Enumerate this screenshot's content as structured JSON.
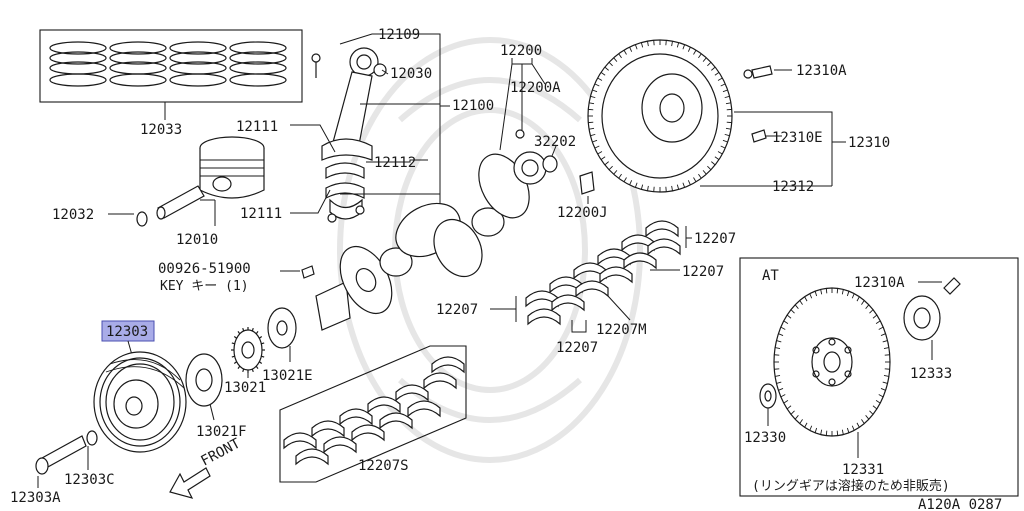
{
  "labels": {
    "l12109": "12109",
    "l12030": "12030",
    "l12100": "12100",
    "l12033": "12033",
    "l12111a": "12111",
    "l12111b": "12111",
    "l12112": "12112",
    "l12032": "12032",
    "l12010": "12010",
    "l12200": "12200",
    "l12200A": "12200A",
    "l32202": "32202",
    "l12200J": "12200J",
    "l12310A": "12310A",
    "l12310E": "12310E",
    "l12310": "12310",
    "l12312": "12312",
    "l00926": "00926-51900",
    "lkey": "KEY キー (1)",
    "l12303": "12303",
    "l13021": "13021",
    "l13021E": "13021E",
    "l13021F": "13021F",
    "l12303C": "12303C",
    "l12303A": "12303A",
    "lfront": "FRONT",
    "l12207a": "12207",
    "l12207b": "12207",
    "l12207c": "12207",
    "l12207d": "12207",
    "l12207M": "12207M",
    "l12207S": "12207S",
    "lAT": "AT",
    "l12310A_at": "12310A",
    "l12333": "12333",
    "l12330": "12330",
    "l12331": "12331",
    "lnote": "(リングギアは溶接のため非販売)",
    "lref": "A120A 0287"
  },
  "colors": {
    "line": "#1a1a1a",
    "highlight": "#a9ace8",
    "watermark": "#e6e6e6"
  }
}
